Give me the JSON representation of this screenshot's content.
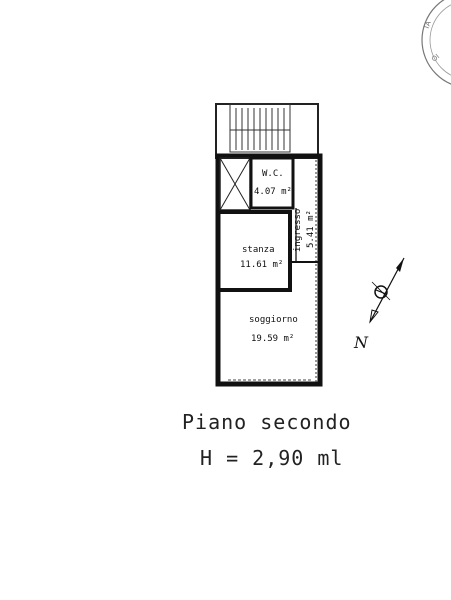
{
  "plan": {
    "rooms": {
      "wc": {
        "name": "W.C.",
        "area": "4.07 m²"
      },
      "ingresso": {
        "name": "ingresso",
        "area": "5.41 m²"
      },
      "stanza": {
        "name": "stanza",
        "area": "11.61 m²"
      },
      "soggiorno": {
        "name": "soggiorno",
        "area": "19.59 m²"
      }
    },
    "north_label": "N",
    "caption": {
      "title": "Piano secondo",
      "height": "H = 2,90 ml"
    }
  }
}
